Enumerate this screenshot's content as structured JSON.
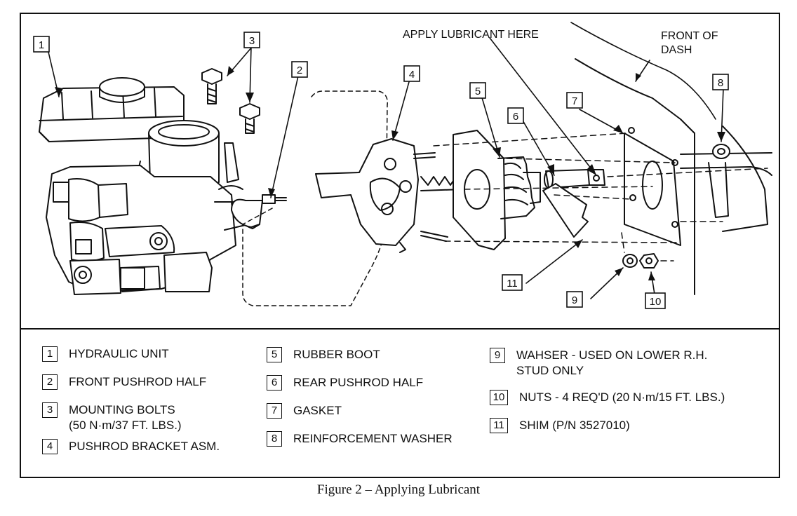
{
  "diagram": {
    "callouts": [
      "1",
      "3",
      "2",
      "4",
      "5",
      "6",
      "7",
      "8",
      "11",
      "9",
      "10"
    ],
    "annotations": {
      "apply_lubricant": "APPLY LUBRICANT HERE",
      "front_of_dash_1": "FRONT OF",
      "front_of_dash_2": "DASH"
    }
  },
  "legend": [
    {
      "num": "1",
      "text": "HYDRAULIC UNIT"
    },
    {
      "num": "2",
      "text": "FRONT PUSHROD HALF"
    },
    {
      "num": "3",
      "text": "MOUNTING BOLTS\n(50 N·m/37 FT. LBS.)"
    },
    {
      "num": "4",
      "text": "PUSHROD BRACKET ASM."
    },
    {
      "num": "5",
      "text": "RUBBER BOOT"
    },
    {
      "num": "6",
      "text": "REAR PUSHROD HALF"
    },
    {
      "num": "7",
      "text": "GASKET"
    },
    {
      "num": "8",
      "text": "REINFORCEMENT WASHER"
    },
    {
      "num": "9",
      "text": "WAHSER - USED ON LOWER R.H.\nSTUD ONLY"
    },
    {
      "num": "10",
      "text": "NUTS - 4 REQ'D (20 N·m/15 FT. LBS.)"
    },
    {
      "num": "11",
      "text": "SHIM (P/N 3527010)"
    }
  ],
  "caption": "Figure 2 – Applying Lubricant"
}
